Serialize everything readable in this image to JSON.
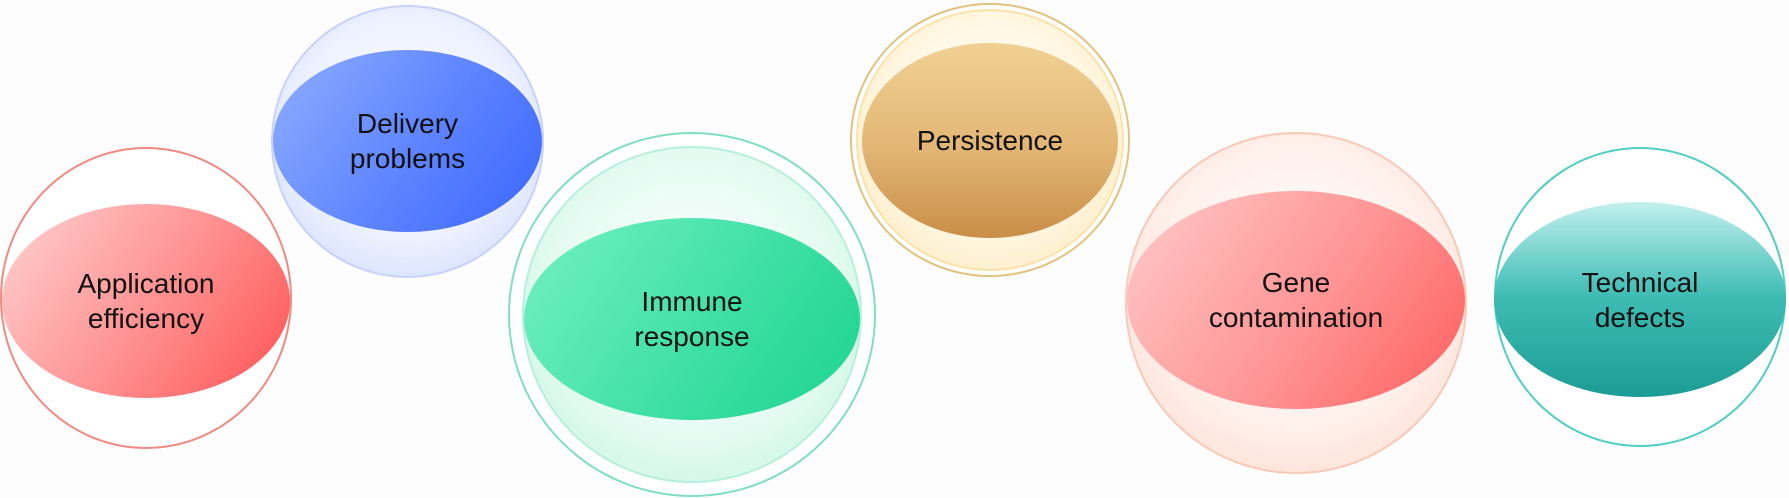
{
  "topics": [
    {
      "key": "application",
      "label": "Application\nefficiency",
      "color_light": "#ffc4c4",
      "color_dark": "#ff5a5a",
      "ring_color": "#f08a80"
    },
    {
      "key": "delivery",
      "label": "Delivery\nproblems",
      "color_light": "#86a6ff",
      "color_dark": "#3f6cff",
      "ring_color": "#b9c6f5"
    },
    {
      "key": "immune",
      "label": "Immune\nresponse",
      "color_light": "#6ff0c4",
      "color_dark": "#1ed492",
      "ring_color": "#8fe8c8"
    },
    {
      "key": "persistence",
      "label": "Persistence",
      "color_light": "#f4cf8f",
      "color_dark": "#c99550",
      "ring_color": "#e7c783"
    },
    {
      "key": "gene",
      "label": "Gene\ncontamination",
      "color_light": "#ffc0c0",
      "color_dark": "#ff6565",
      "ring_color": "#f8c1aa"
    },
    {
      "key": "technical",
      "label": "Technical\ndefects",
      "color_light": "#b6ecea",
      "color_dark": "#1fa29a",
      "ring_color": "#57d0c6"
    }
  ]
}
